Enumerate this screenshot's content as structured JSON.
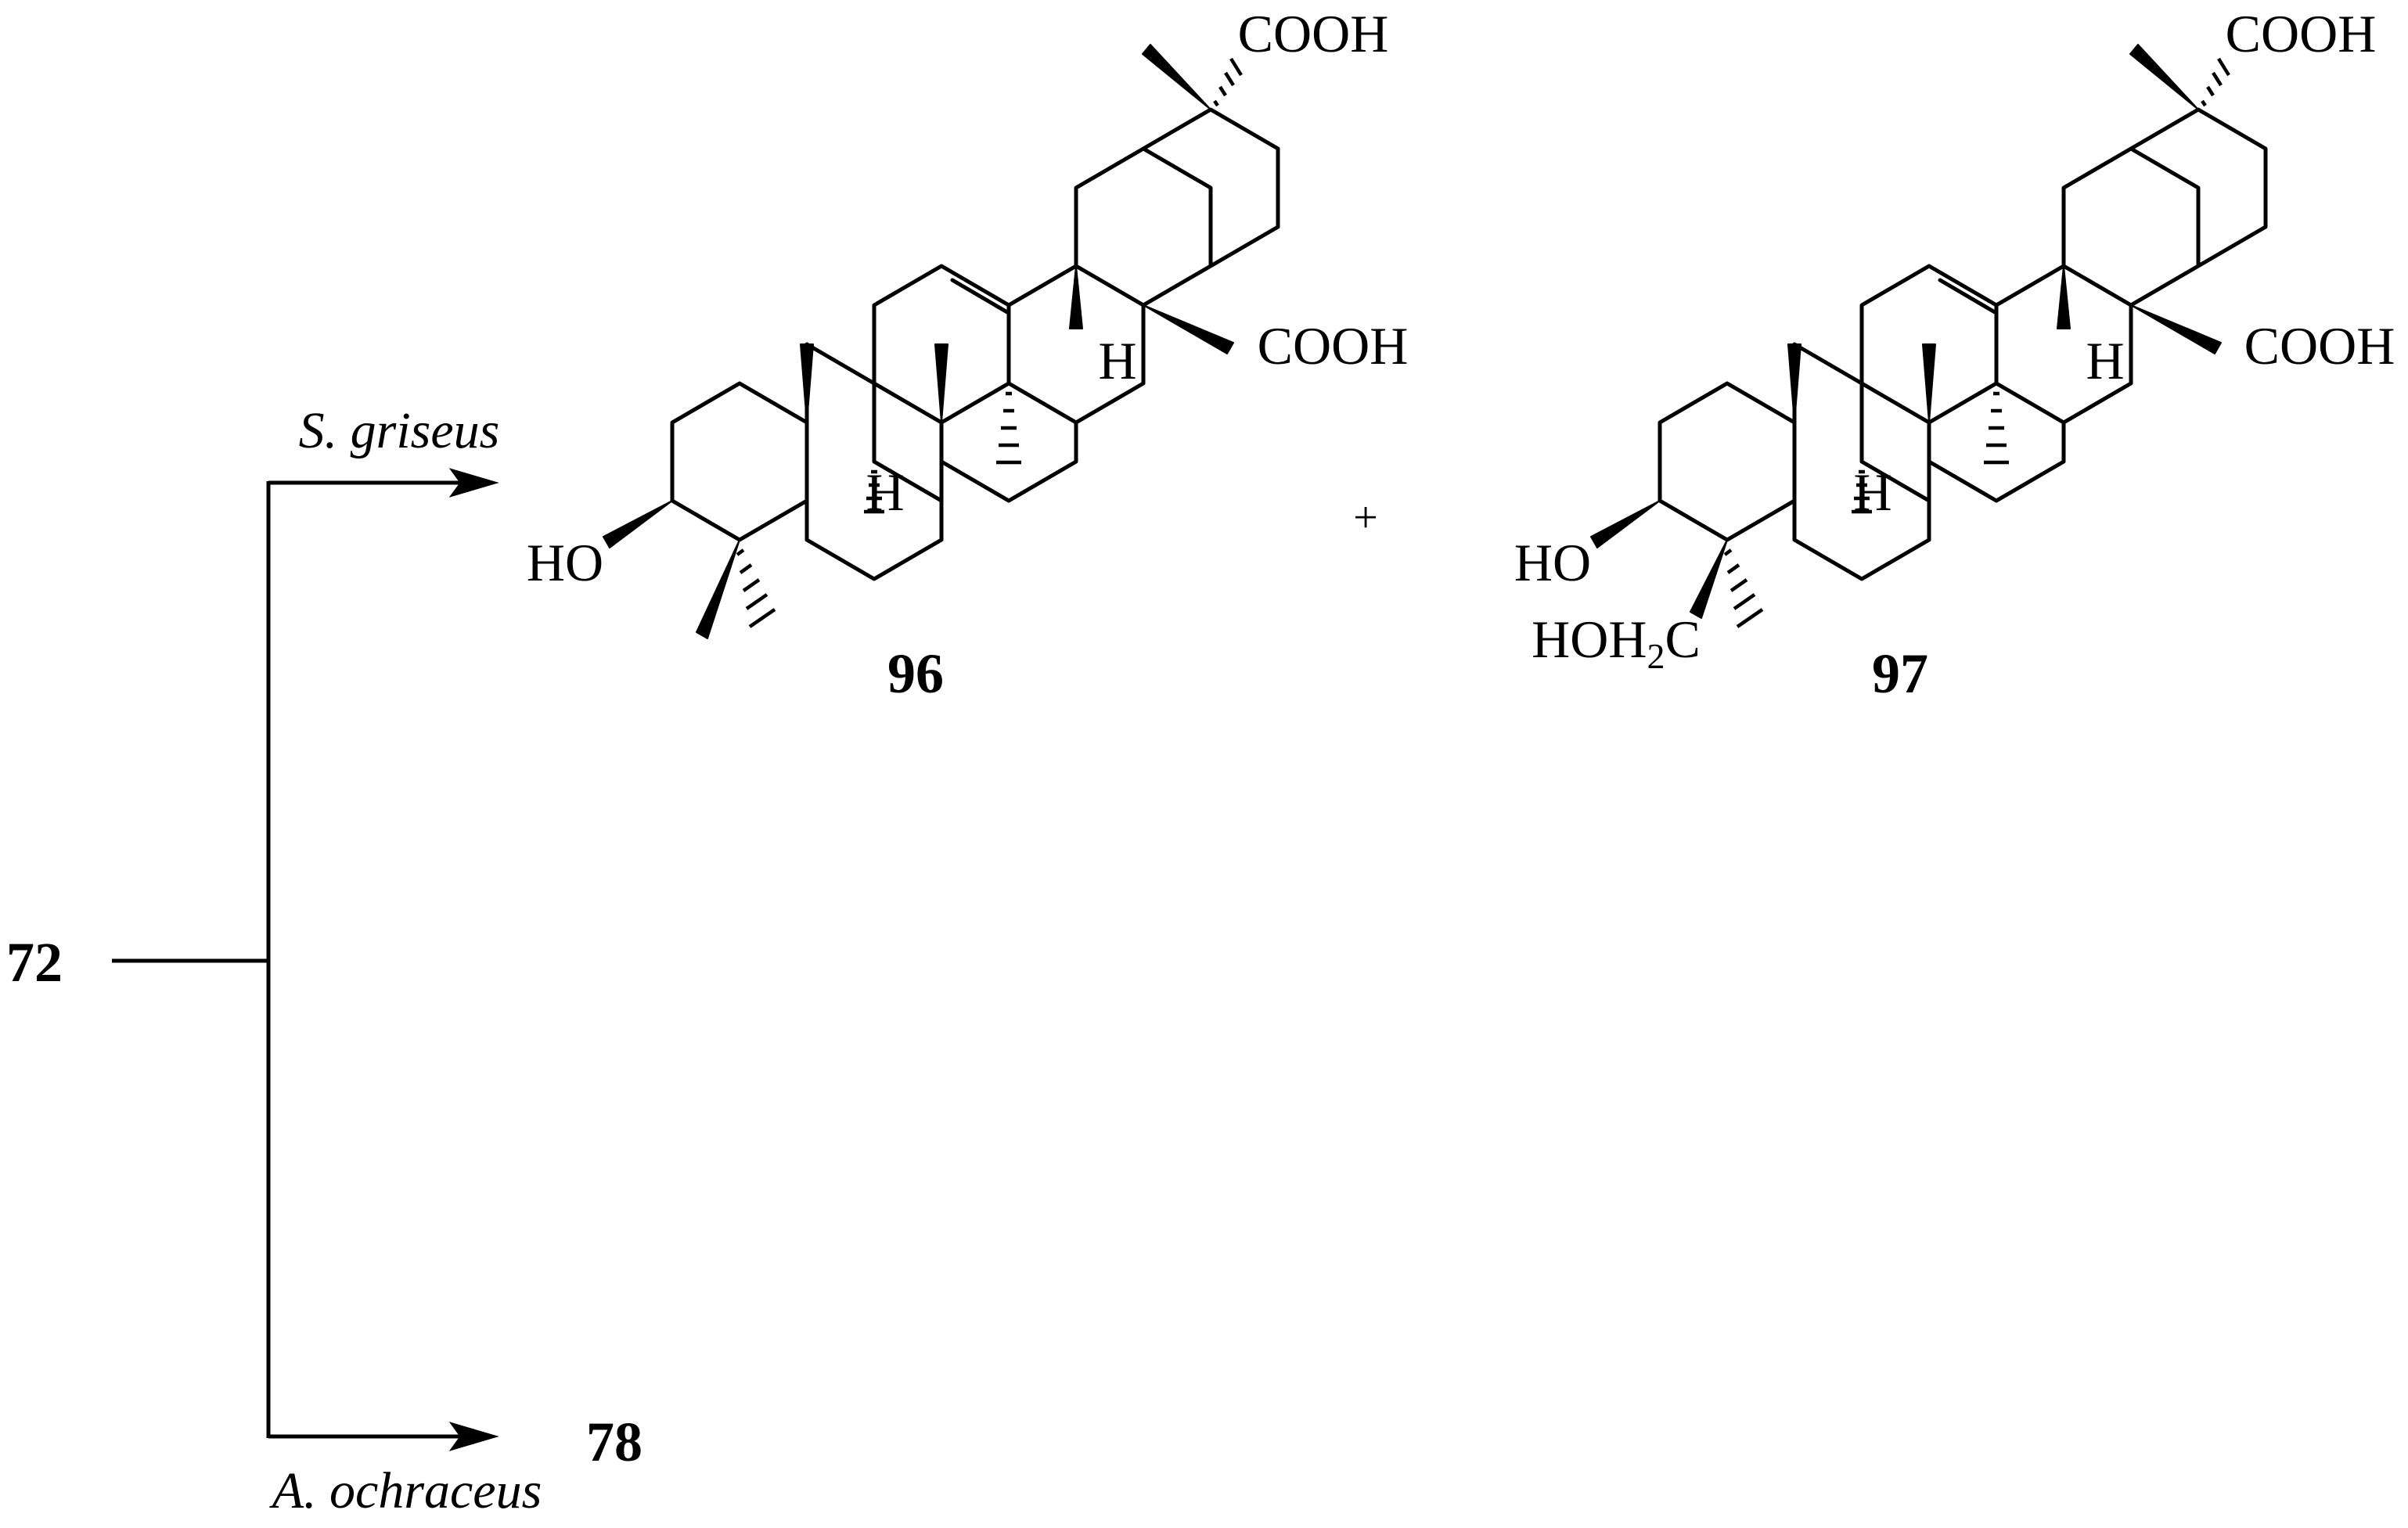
{
  "scheme": {
    "starting_compound": "72",
    "top_branch": {
      "organism": "S. griseus",
      "products": [
        "96",
        "97"
      ],
      "plus_sign": "+"
    },
    "bottom_branch": {
      "organism": "A. ochraceus",
      "product": "78"
    }
  },
  "labels": {
    "acid": "COOH",
    "hydroxyl": "HO",
    "hydrogen": "H",
    "hydroxymethyl_prefix": "HOH",
    "hydroxymethyl_subscript": "2",
    "hydroxymethyl_suffix": "C"
  }
}
